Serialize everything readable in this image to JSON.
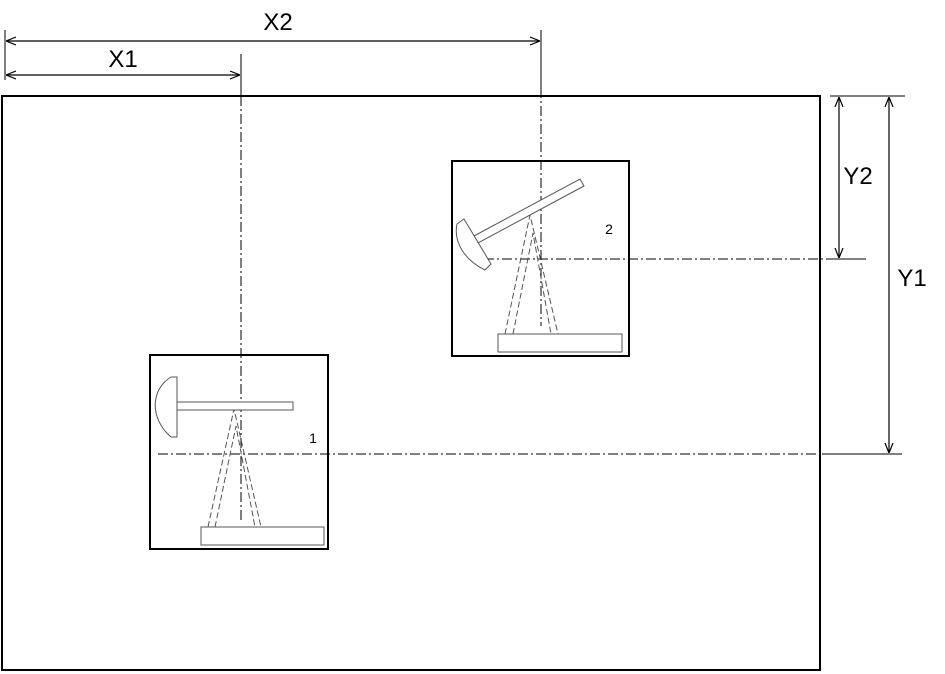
{
  "dimensions": {
    "x1": "X1",
    "x2": "X2",
    "y1": "Y1",
    "y2": "Y2"
  },
  "units": {
    "unit_1": "1",
    "unit_2": "2"
  },
  "colors": {
    "line": "#000000",
    "equipment": "#555555",
    "background": "#ffffff"
  }
}
